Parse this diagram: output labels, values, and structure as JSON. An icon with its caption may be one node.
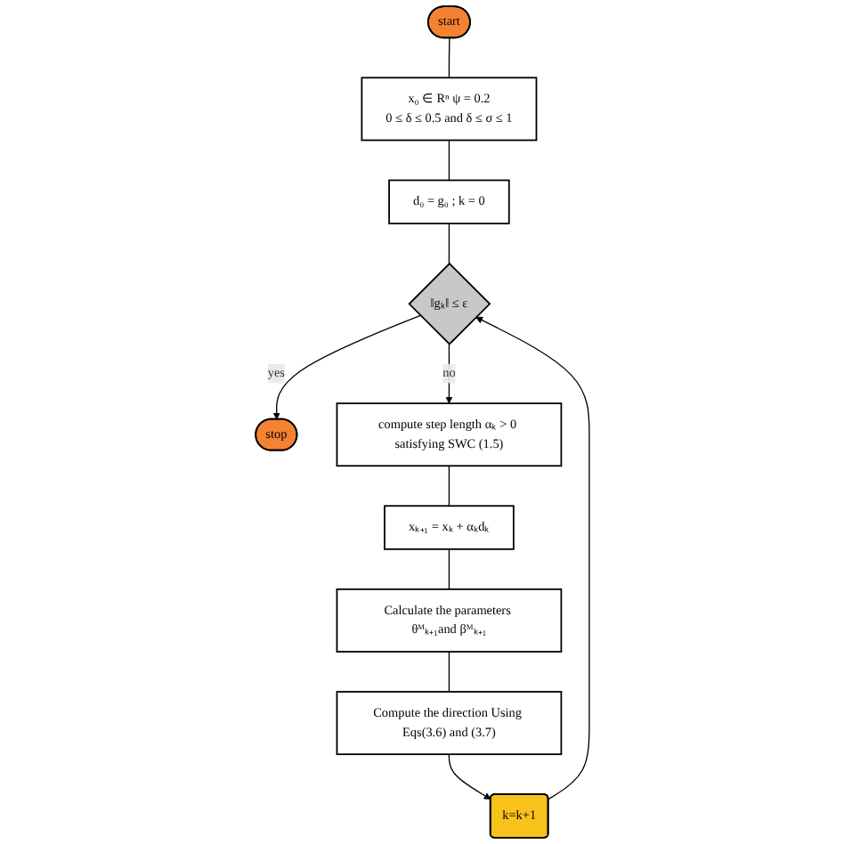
{
  "diagram": {
    "nodes": [
      {
        "text": [
          "start"
        ]
      },
      {
        "text": [
          "x₀ ∈ Rⁿ ψ = 0.2",
          "0 ≤ δ ≤ 0.5  and δ ≤ σ ≤ 1"
        ]
      },
      {
        "text": [
          "d₀ =  g₀ ;  k = 0"
        ]
      },
      {
        "text": [
          "k=k+1"
        ]
      },
      {
        "text": [
          "‖gₖ‖ ≤ ε"
        ]
      },
      {
        "text": [
          "stop"
        ]
      },
      {
        "text": [
          "compute step length αₖ > 0 satisfying SWC (1.5)"
        ]
      },
      {
        "text": [
          "xₖ₊₁ = xₖ + αₖdₖ"
        ]
      },
      {
        "text": [
          "Calculate the parameters θᴹₖ₊₁and βᴹₖ₊₁"
        ]
      },
      {
        "text": [
          "Compute the direction Using Eqs(3.6) and (3.7)"
        ]
      }
    ],
    "edges": [
      {
        "from": 0,
        "to": 1,
        "arrow": "none"
      },
      {
        "from": 1,
        "to": 2,
        "arrow": "none"
      },
      {
        "from": 2,
        "to": 4,
        "arrow": "none"
      },
      {
        "from": 4,
        "to": 5,
        "arrow": "to",
        "label": "yes"
      },
      {
        "from": 4,
        "to": 6,
        "arrow": "to",
        "label": "no"
      },
      {
        "from": 6,
        "to": 7,
        "arrow": "none"
      },
      {
        "from": 7,
        "to": 8,
        "arrow": "none"
      },
      {
        "from": 8,
        "to": 9,
        "arrow": "none"
      },
      {
        "from": 9,
        "to": 3,
        "arrow": "to"
      },
      {
        "from": 3,
        "to": 4,
        "arrow": "to"
      }
    ]
  }
}
